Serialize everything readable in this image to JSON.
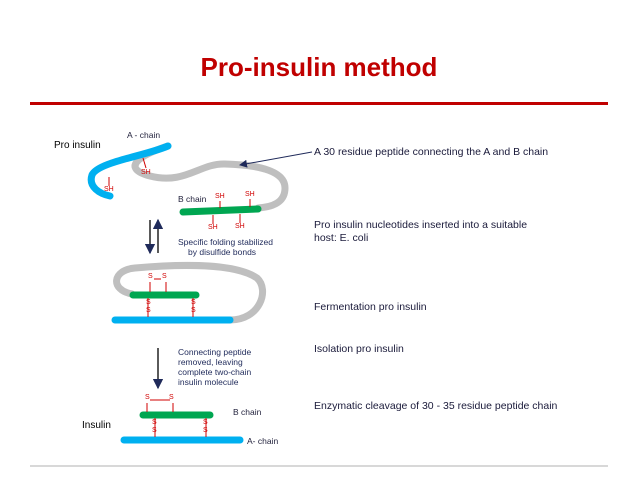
{
  "title": "Pro-insulin method",
  "labels": {
    "pro_insulin": "Pro insulin",
    "a_chain_top": "A - chain",
    "b_chain_top": "B chain",
    "insulin": "Insulin",
    "b_chain_bottom": "B chain",
    "a_chain_bottom": "A- chain",
    "sh": "SH",
    "s": "S",
    "folding_note_line1": "Specific folding stabilized",
    "folding_note_line2": "by disulfide bonds",
    "connecting_note_line1": "Connecting peptide",
    "connecting_note_line2": "removed, leaving",
    "connecting_note_line3": "complete two-chain",
    "connecting_note_line4": "insulin molecule"
  },
  "steps": {
    "connecting_peptide": "A 30 residue peptide connecting the A and B chain",
    "nucleotides_line1": "Pro insulin nucleotides  inserted into a suitable",
    "nucleotides_line2": "host: E. coli",
    "fermentation": "Fermentation pro insulin",
    "isolation": "Isolation pro insulin",
    "cleavage": "Enzymatic cleavage of 30 - 35 residue peptide chain"
  },
  "colors": {
    "title": "#c00000",
    "a_chain": "#00b0f0",
    "b_chain": "#00a651",
    "connecting_peptide": "#bfbfbf",
    "disulfide": "#d00000"
  }
}
